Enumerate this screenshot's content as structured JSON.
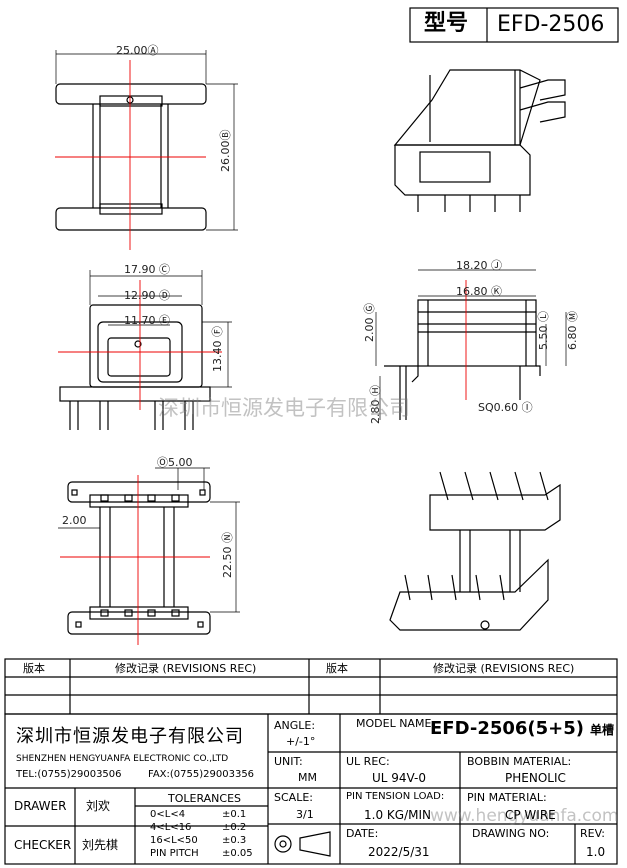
{
  "header": {
    "model_label": "型号",
    "model_value": "EFD-2506"
  },
  "dims": {
    "d25": "25.00",
    "d25_tag": "Ⓐ",
    "d26": "26.00",
    "d26_tag": "Ⓑ",
    "d1790": "17.90",
    "d1790_tag": "Ⓒ",
    "d1290": "12.90",
    "d1290_tag": "Ⓓ",
    "d1170": "11.70",
    "d1170_tag": "Ⓔ",
    "d1340": "13.40",
    "d1340_tag": "Ⓕ",
    "d1820": "18.20",
    "d1820_tag": "Ⓙ",
    "d1680": "16.80",
    "d1680_tag": "Ⓚ",
    "d200g": "2.00",
    "d200g_tag": "Ⓖ",
    "d550": "5.50",
    "d550_tag": "Ⓛ",
    "d680": "6.80",
    "d680_tag": "Ⓜ",
    "d280": "2.80",
    "d280_tag": "Ⓗ",
    "sq": "SQ0.60",
    "sq_tag": "Ⓘ",
    "d500": "5.00",
    "d500_tag": "Ⓞ",
    "d200": "2.00",
    "d2250": "22.50",
    "d2250_tag": "Ⓝ"
  },
  "watermark": "深圳市恒源发电子有限公司",
  "watermark2": "www.hengyuanfa.com",
  "revisions": {
    "col1": "版本",
    "col2": "修改记录 (REVISIONS REC)",
    "col3": "版本",
    "col4": "修改记录 (REVISIONS REC)"
  },
  "company": {
    "cn": "深圳市恒源发电子有限公司",
    "en": "SHENZHEN HENGYUANFA ELECTRONIC CO.,LTD",
    "tel": "TEL:(0755)29003506",
    "fax": "FAX:(0755)29003356"
  },
  "angle": {
    "label": "ANGLE:",
    "value": "+/-1°"
  },
  "model": {
    "label": "MODEL NAME:",
    "value": "EFD-2506(5+5)",
    "suffix": "单槽"
  },
  "unit": {
    "label": "UNIT:",
    "value": "MM"
  },
  "ul": {
    "label": "UL REC:",
    "value": "UL 94V-0"
  },
  "bobbin": {
    "label": "BOBBIN MATERIAL:",
    "value": "PHENOLIC"
  },
  "scale": {
    "label": "SCALE:",
    "value": "3/1"
  },
  "tension": {
    "label": "PIN TENSION LOAD:",
    "value": "1.0 KG/MIN"
  },
  "pin_material": {
    "label": "PIN MATERIAL:",
    "value": "CP WIRE"
  },
  "date": {
    "label": "DATE:",
    "value": "2022/5/31"
  },
  "drawing": {
    "label": "DRAWING NO:",
    "value": ""
  },
  "rev": {
    "label": "REV:",
    "value": "1.0"
  },
  "drawer": {
    "label": "DRAWER",
    "name": "刘欢"
  },
  "checker": {
    "label": "CHECKER",
    "name": "刘先棋"
  },
  "tolerances": {
    "title": "TOLERANCES",
    "rows": [
      {
        "range": "0<L<4",
        "tol": "±0.1"
      },
      {
        "range": "4<L<16",
        "tol": "±0.2"
      },
      {
        "range": "16<L<50",
        "tol": "±0.3"
      },
      {
        "range": "PIN PITCH",
        "tol": "±0.05"
      }
    ]
  }
}
